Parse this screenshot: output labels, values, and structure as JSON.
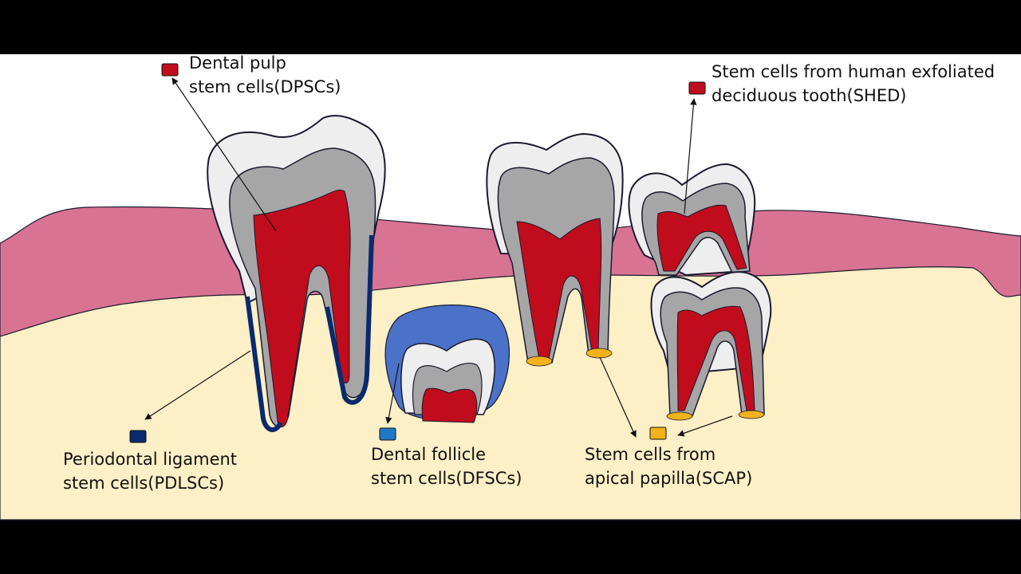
{
  "labels": {
    "dpsc": {
      "line1": "Dental pulp",
      "line2": "stem cells(DPSCs)",
      "color": "#c00c1c"
    },
    "shed": {
      "line1": "Stem cells from human exfoliated",
      "line2": "deciduous tooth(SHED)",
      "color": "#c00c1c"
    },
    "pdlsc": {
      "line1": "Periodontal ligament",
      "line2": "stem cells(PDLSCs)",
      "color": "#0a2a6e"
    },
    "dfsc": {
      "line1": "Dental follicle",
      "line2": "stem cells(DFSCs)",
      "color": "#1f78c8"
    },
    "scap": {
      "line1": "Stem cells from",
      "line2": "apical papilla(SCAP)",
      "color": "#f2b21c"
    }
  },
  "colors": {
    "background": "#ffffff",
    "gum": "#d97393",
    "bone": "#fdefc6",
    "enamel": "#eeeeee",
    "dentin": "#a6a6a6",
    "pulp": "#c00c1c",
    "follicle": "#4a72c8",
    "ligament": "#0a2a6e",
    "papilla": "#f2b21c",
    "outline": "#1a1a2e"
  }
}
